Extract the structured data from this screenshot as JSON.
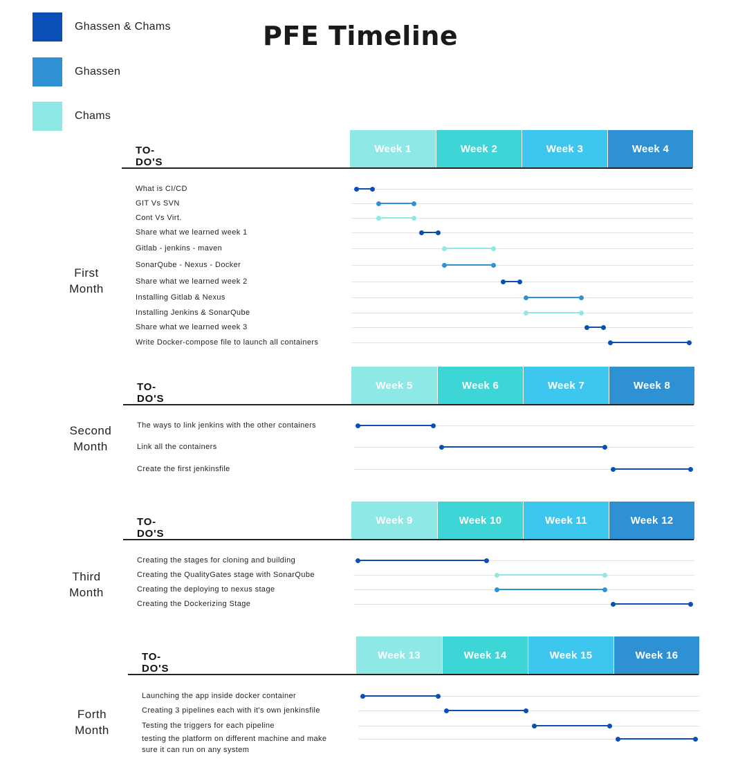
{
  "title": "PFE Timeline",
  "colors": {
    "ghassen_chams": "#0a4fb5",
    "ghassen": "#2e91d4",
    "chams": "#8ee8e6"
  },
  "legend": [
    {
      "label": "Ghassen & Chams",
      "color": "#0a4fb5"
    },
    {
      "label": "Ghassen",
      "color": "#2e91d4"
    },
    {
      "label": "Chams",
      "color": "#8ee8e6"
    }
  ],
  "months": [
    {
      "label": "First Month",
      "header": "TO-DO'S",
      "weeks": [
        "Week 1",
        "Week 2",
        "Week 3",
        "Week 4"
      ],
      "tasks": [
        {
          "label": "What is CI/CD",
          "owner": "ghassen_chams",
          "start_week": 0.07,
          "end_week": 0.27
        },
        {
          "label": "GIT Vs SVN",
          "owner": "ghassen",
          "start_week": 0.33,
          "end_week": 0.75
        },
        {
          "label": "Cont Vs Virt.",
          "owner": "chams",
          "start_week": 0.33,
          "end_week": 0.75
        },
        {
          "label": "Share what we learned week 1",
          "owner": "ghassen_chams",
          "start_week": 0.83,
          "end_week": 1.03
        },
        {
          "label": "Gitlab - jenkins - maven",
          "owner": "chams",
          "start_week": 1.1,
          "end_week": 1.68
        },
        {
          "label": "SonarQube - Nexus - Docker",
          "owner": "ghassen",
          "start_week": 1.1,
          "end_week": 1.68
        },
        {
          "label": "Share what we learned week 2",
          "owner": "ghassen_chams",
          "start_week": 1.78,
          "end_week": 1.98
        },
        {
          "label": "Installing Gitlab & Nexus",
          "owner": "ghassen",
          "start_week": 2.05,
          "end_week": 2.7
        },
        {
          "label": "Installing Jenkins & SonarQube",
          "owner": "chams",
          "start_week": 2.05,
          "end_week": 2.7
        },
        {
          "label": "Share what we learned week 3",
          "owner": "ghassen_chams",
          "start_week": 2.76,
          "end_week": 2.96
        },
        {
          "label": "Write Docker-compose file to launch all containers",
          "owner": "ghassen_chams",
          "start_week": 3.03,
          "end_week": 3.96
        }
      ]
    },
    {
      "label": "Second Month",
      "header": "TO-DO'S",
      "weeks": [
        "Week 5",
        "Week 6",
        "Week 7",
        "Week 8"
      ],
      "tasks": [
        {
          "label": "The ways to link jenkins with the other containers",
          "owner": "ghassen_chams",
          "start_week": 0.07,
          "end_week": 0.96
        },
        {
          "label": "Link all the containers",
          "owner": "ghassen_chams",
          "start_week": 1.05,
          "end_week": 2.96
        },
        {
          "label": "Create the first jenkinsfile",
          "owner": "ghassen_chams",
          "start_week": 3.05,
          "end_week": 3.96
        }
      ]
    },
    {
      "label": "Third Month",
      "header": "TO-DO'S",
      "weeks": [
        "Week 9",
        "Week 10",
        "Week 11",
        "Week 12"
      ],
      "tasks": [
        {
          "label": "Creating the stages for cloning and building",
          "owner": "ghassen_chams",
          "start_week": 0.07,
          "end_week": 1.58
        },
        {
          "label": "Creating the QualityGates stage with SonarQube",
          "owner": "chams",
          "start_week": 1.69,
          "end_week": 2.96
        },
        {
          "label": "Creating the deploying to nexus stage",
          "owner": "ghassen",
          "start_week": 1.69,
          "end_week": 2.96
        },
        {
          "label": "Creating the Dockerizing Stage",
          "owner": "ghassen_chams",
          "start_week": 3.05,
          "end_week": 3.96
        }
      ]
    },
    {
      "label": "Forth Month",
      "header": "TO-DO'S",
      "weeks": [
        "Week 13",
        "Week 14",
        "Week 15",
        "Week 16"
      ],
      "tasks": [
        {
          "label": "Launching the app inside docker container",
          "owner": "ghassen_chams",
          "start_week": 0.07,
          "end_week": 0.96
        },
        {
          "label": "Creating 3 pipelines each with it's own jenkinsfile",
          "owner": "ghassen_chams",
          "start_week": 1.05,
          "end_week": 1.98
        },
        {
          "label": "Testing the triggers for each pipeline",
          "owner": "ghassen_chams",
          "start_week": 2.07,
          "end_week": 2.96
        },
        {
          "label": "testing the platform on different machine and make sure it can run on any system",
          "owner": "ghassen_chams",
          "start_week": 3.05,
          "end_week": 3.96
        }
      ]
    }
  ]
}
